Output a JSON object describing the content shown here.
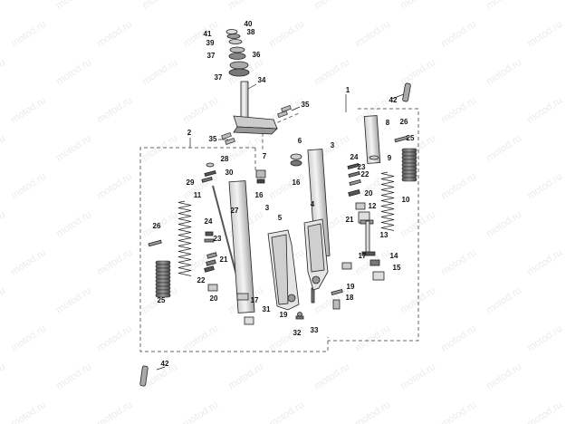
{
  "watermark": "motod.ru",
  "callouts": [
    "1",
    "2",
    "3",
    "4",
    "5",
    "6",
    "7",
    "8",
    "9",
    "10",
    "11",
    "12",
    "13",
    "14",
    "15",
    "16",
    "17",
    "18",
    "19",
    "20",
    "21",
    "22",
    "23",
    "24",
    "25",
    "26",
    "27",
    "28",
    "29",
    "30",
    "31",
    "32",
    "33",
    "34",
    "35",
    "36",
    "37",
    "38",
    "39",
    "40",
    "41",
    "42"
  ]
}
